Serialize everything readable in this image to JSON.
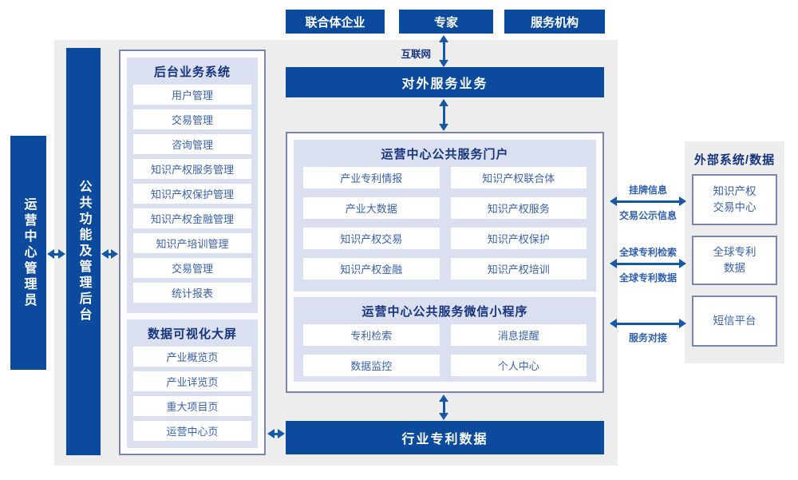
{
  "colors": {
    "primary_blue": "#0b4a9c",
    "title_navy": "#16337e",
    "item_text_blue": "#3a61ad",
    "panel_border": "#7b84ad",
    "section_lavender": "#dbe0f0",
    "background_gray": "#ededee",
    "arrow_blue": "#1558a8"
  },
  "top_actors": {
    "items": [
      "联合体企业",
      "专家",
      "服务机构"
    ]
  },
  "internet_label": "互联网",
  "external_service_bar": "对外服务业务",
  "admin_bar": "运营中心管理员",
  "backend_bar": "公共功能及管理后台",
  "backend_system": {
    "title": "后台业务系统",
    "items": [
      "用户管理",
      "交易管理",
      "咨询管理",
      "知识产权服务管理",
      "知识产权保护管理",
      "知识产权金融管理",
      "知识产培训管理",
      "交易管理",
      "统计报表"
    ]
  },
  "dashboard": {
    "title": "数据可视化大屏",
    "items": [
      "产业概览页",
      "产业详览页",
      "重大项目页",
      "运营中心页"
    ]
  },
  "portal": {
    "title": "运营中心公共服务门户",
    "items": [
      "产业专利情报",
      "知识产权联合体",
      "产业大数据",
      "知识产权服务",
      "知识产权交易",
      "知识产权保护",
      "知识产权金融",
      "知识产权培训"
    ]
  },
  "miniprogram": {
    "title": "运营中心公共服务微信小程序",
    "items": [
      "专利检索",
      "消息提醒",
      "数据监控",
      "个人中心"
    ]
  },
  "industry_bar": "行业专利数据",
  "external_systems": {
    "title": "外部系统/数据",
    "boxes": [
      "知识产权\n交易中心",
      "全球专利\n数据",
      "短信平台"
    ]
  },
  "right_links": [
    {
      "label_top": "挂牌信息",
      "label_bottom": "交易公示信息"
    },
    {
      "label_top": "全球专利检索",
      "label_bottom": "全球专利数据"
    },
    {
      "label_top": "",
      "label_bottom": "服务对接"
    }
  ]
}
